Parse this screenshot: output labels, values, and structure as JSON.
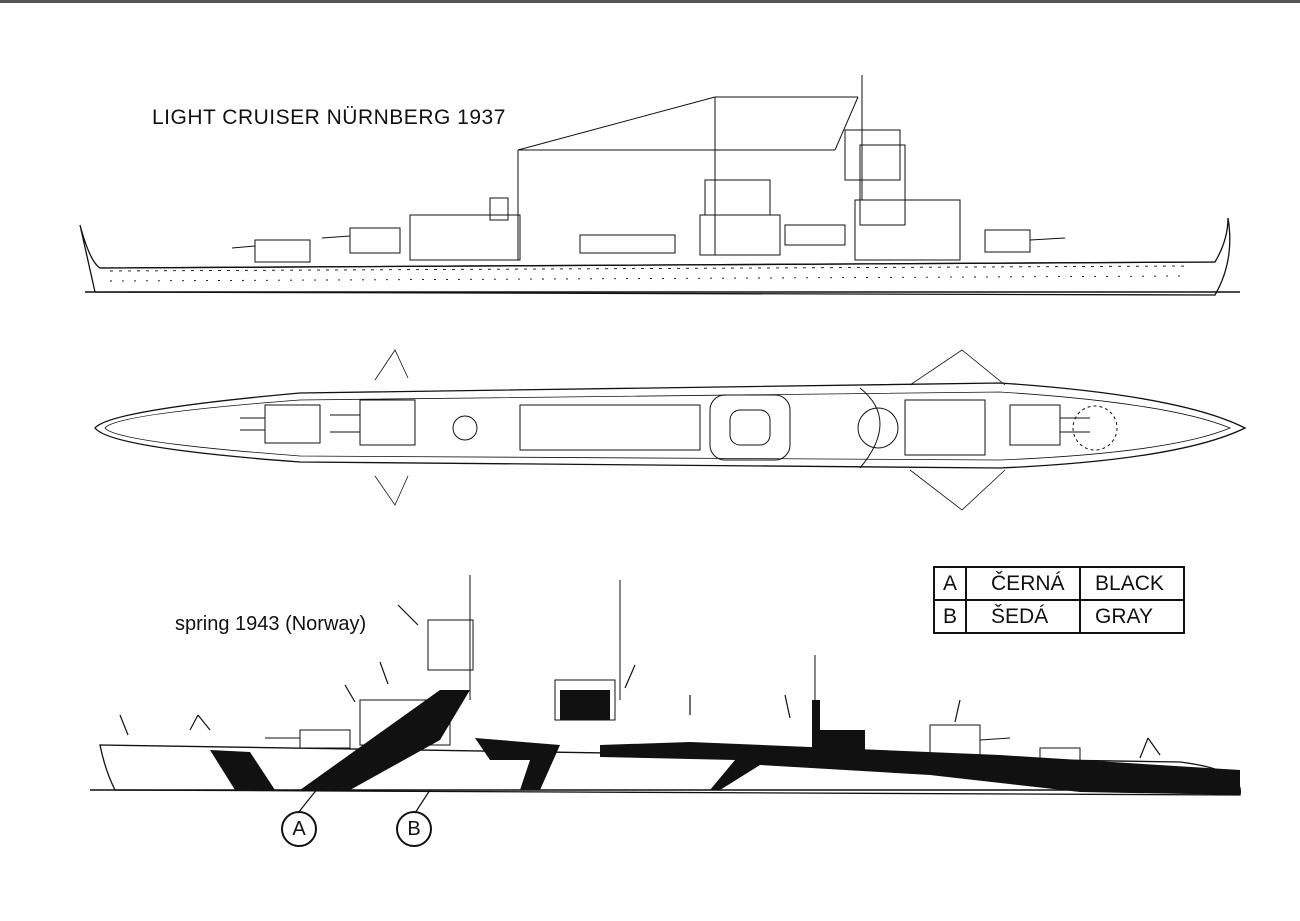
{
  "title": "LIGHT CRUISER NÜRNBERG 1937",
  "subtitle": "spring 1943 (Norway)",
  "legend": {
    "rows": [
      {
        "key": "A",
        "czech": "ČERNÁ",
        "english": "BLACK"
      },
      {
        "key": "B",
        "czech": "ŠEDÁ",
        "english": "GRAY"
      }
    ]
  },
  "callouts": [
    "A",
    "B"
  ],
  "colors": {
    "ink": "#111111",
    "paper": "#ffffff"
  }
}
